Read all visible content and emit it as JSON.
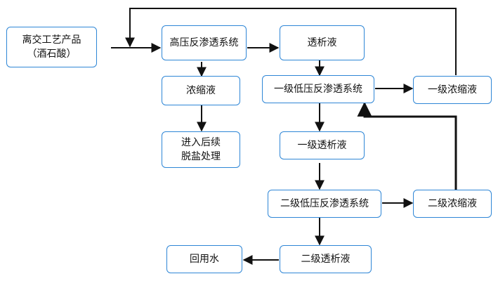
{
  "nodes": {
    "source_line1": "离交工艺产品",
    "source_line2": "（酒石酸）",
    "hp_ro": "高压反渗透系统",
    "dialysate": "透析液",
    "concentrate": "浓缩液",
    "further_line1": "进入后续",
    "further_line2": "脱盐处理",
    "lp_ro_1": "一级低压反渗透系统",
    "conc_1": "一级浓缩液",
    "dialysate_1": "一级透析液",
    "lp_ro_2": "二级低压反渗透系统",
    "conc_2": "二级浓缩液",
    "dialysate_2": "二级透析液",
    "reuse": "回用水"
  }
}
